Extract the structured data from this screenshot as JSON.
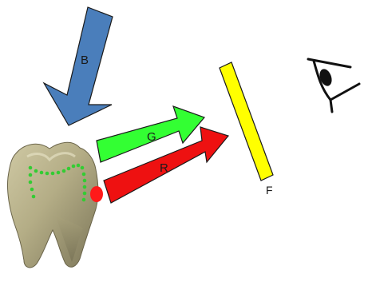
{
  "diagram": {
    "labels": {
      "blue_arrow": "B",
      "green_arrow": "G",
      "red_arrow": "R",
      "filter": "F"
    },
    "colors": {
      "blue_arrow": "#4a7ebb",
      "green_arrow": "#33ff33",
      "red_arrow": "#ee1111",
      "filter": "#ffff00",
      "margin_dots": "#33cc33",
      "red_spot": "#ff1a1a",
      "tooth_body": "#b9b28a",
      "outline": "#1a1a1a"
    },
    "icons": {
      "tooth": "tooth-photo",
      "eye": "eye-icon"
    }
  }
}
